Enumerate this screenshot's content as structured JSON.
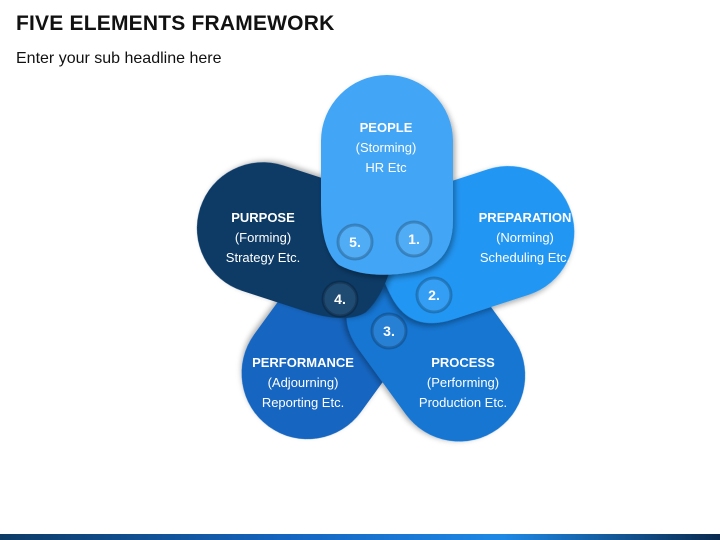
{
  "header": {
    "title": "FIVE ELEMENTS FRAMEWORK",
    "subtitle": "Enter your sub headline here"
  },
  "elements": [
    {
      "number": "1.",
      "name": "PEOPLE",
      "stage": "(Storming)",
      "detail": "HR Etc",
      "color": "#42a5f5"
    },
    {
      "number": "2.",
      "name": "PREPARATION",
      "stage": "(Norming)",
      "detail": "Scheduling Etc.",
      "color": "#2196f3"
    },
    {
      "number": "3.",
      "name": "PROCESS",
      "stage": "(Performing)",
      "detail": "Production Etc.",
      "color": "#1976d2"
    },
    {
      "number": "4.",
      "name": "PERFORMANCE",
      "stage": "(Adjourning)",
      "detail": "Reporting Etc.",
      "color": "#1565c0"
    },
    {
      "number": "5.",
      "name": "PURPOSE",
      "stage": "(Forming)",
      "detail": "Strategy Etc.",
      "color": "#0d3b66"
    }
  ],
  "colors": {
    "accent": "#1e88e5",
    "dark": "#0d3b66"
  }
}
